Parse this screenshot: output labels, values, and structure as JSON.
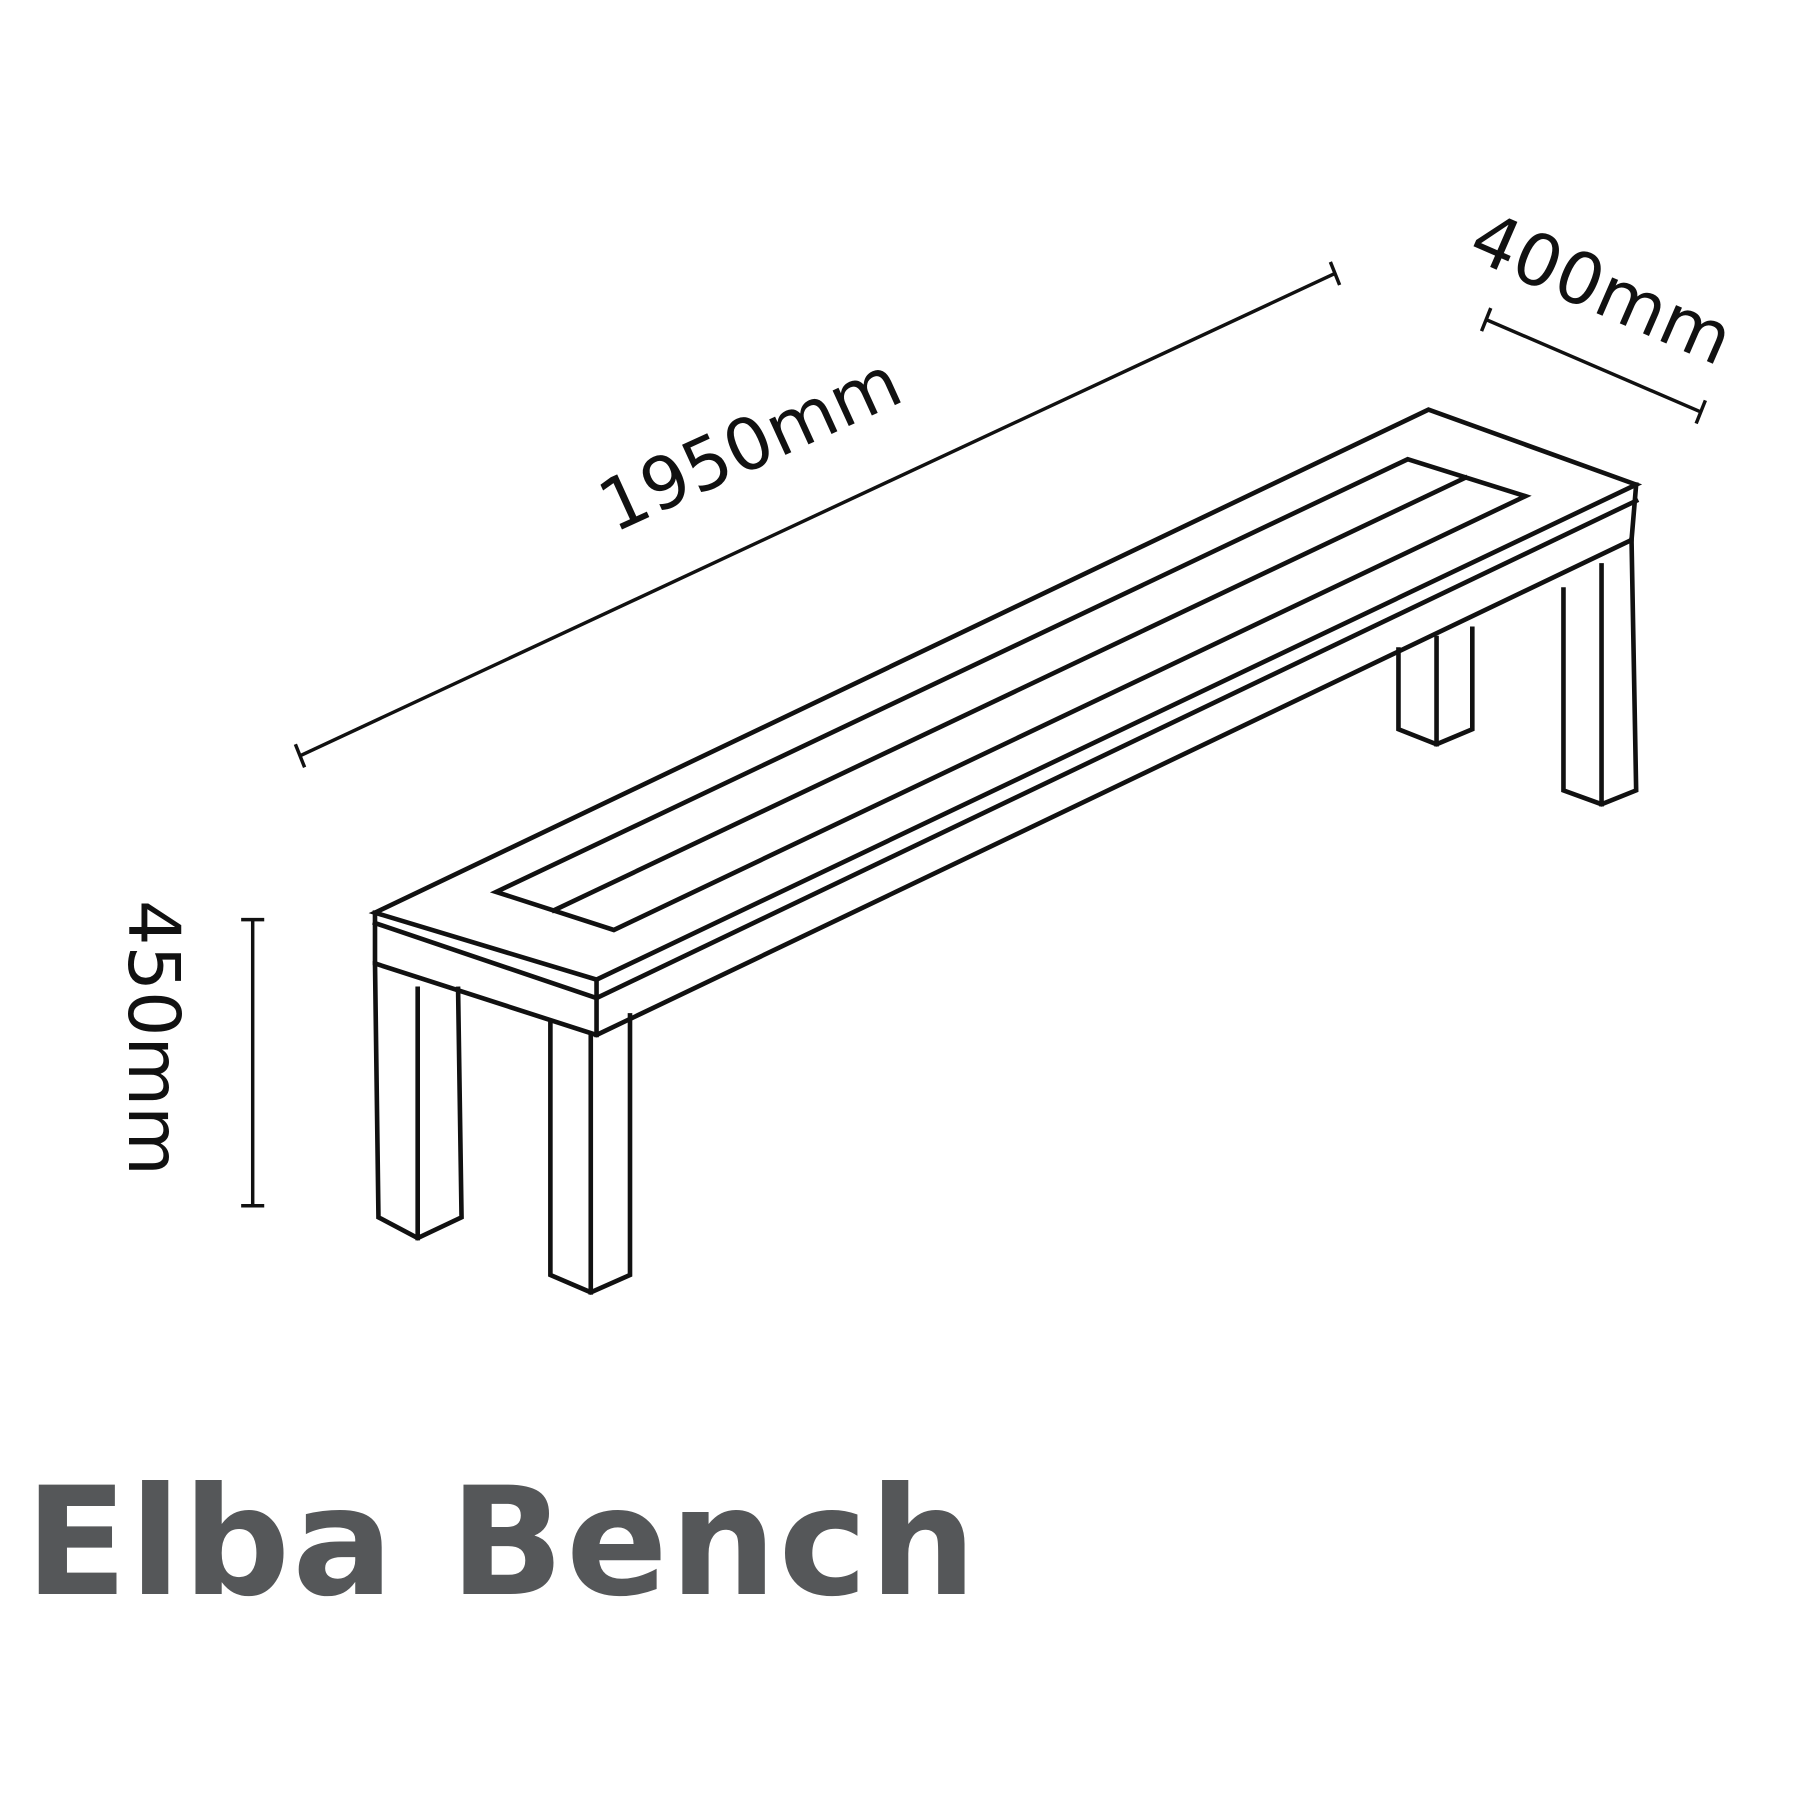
{
  "product": {
    "title": "Elba Bench"
  },
  "dimensions": {
    "length": {
      "label": "1950mm",
      "value": 1950,
      "unit": "mm"
    },
    "depth": {
      "label": "400mm",
      "value": 400,
      "unit": "mm"
    },
    "height": {
      "label": "450mm",
      "value": 450,
      "unit": "mm"
    }
  },
  "colors": {
    "line": "#111111",
    "title": "#555759",
    "background": "#ffffff"
  }
}
